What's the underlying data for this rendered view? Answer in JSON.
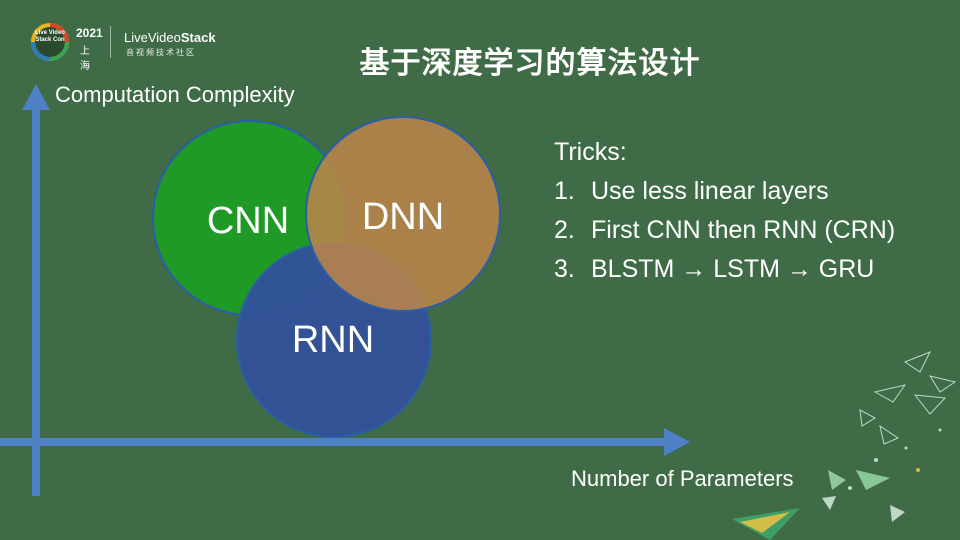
{
  "branding": {
    "ring_text": "Live Video Stack Con",
    "year": "2021",
    "city": "上海",
    "brand_light": "Live",
    "brand_video": "Video",
    "brand_stack": "Stack",
    "brand_sub": "音视频技术社区"
  },
  "slide": {
    "title": "基于深度学习的算法设计",
    "y_axis_label": "Computation Complexity",
    "x_axis_label": "Number of Parameters",
    "venn": [
      {
        "label": "CNN",
        "color": "#1f9a26"
      },
      {
        "label": "DNN",
        "color": "#b9844a"
      },
      {
        "label": "RNN",
        "color": "#33519a"
      }
    ],
    "tricks_heading": "Tricks:",
    "tricks": [
      {
        "num": "1.",
        "text": "Use less linear layers"
      },
      {
        "num": "2.",
        "text": "First CNN then RNN (CRN)"
      },
      {
        "num": "3.",
        "text": "BLSTM → LSTM → GRU"
      }
    ]
  },
  "colors": {
    "background": "#3f6b46",
    "axis": "#4f81c7"
  }
}
